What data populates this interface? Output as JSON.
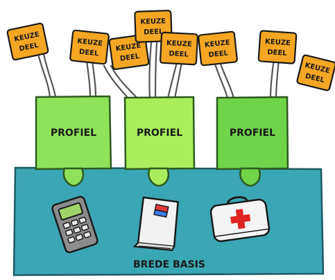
{
  "base": {
    "label": "BREDE BASIS",
    "color": "#3ba6b5"
  },
  "profiles": [
    {
      "label": "PROFIEL",
      "color": "#8ee35a"
    },
    {
      "label": "PROFIEL",
      "color": "#a8ee5c"
    },
    {
      "label": "PROFIEL",
      "color": "#6fd44a"
    }
  ],
  "choice_tags": [
    {
      "line1": "KEUZE",
      "line2": "DEEL"
    },
    {
      "line1": "KEUZE",
      "line2": "DEEL"
    },
    {
      "line1": "KEUZE",
      "line2": "DEEL"
    },
    {
      "line1": "KEUZE",
      "line2": "DEEL"
    },
    {
      "line1": "KEUZE",
      "line2": "DEEL"
    },
    {
      "line1": "KEUZE",
      "line2": "DEEL"
    },
    {
      "line1": "KEUZE",
      "line2": "DEEL"
    },
    {
      "line1": "KEUZE",
      "line2": "DEEL"
    }
  ],
  "tag_color": "#f5a623",
  "icons": [
    "calculator-icon",
    "book-icon",
    "first-aid-kit-icon"
  ]
}
